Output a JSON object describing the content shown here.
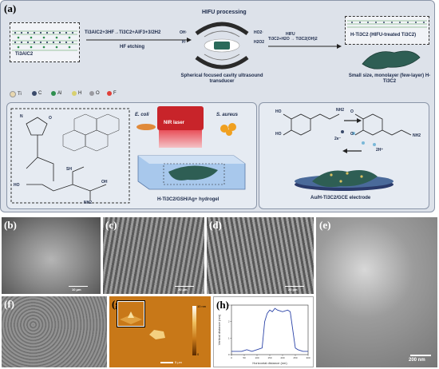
{
  "panels": {
    "a": "(a)",
    "b": "(b)",
    "c": "(c)",
    "d": "(d)",
    "e": "(e)",
    "f": "(f)",
    "g": "(g)",
    "h": "(h)"
  },
  "synthesis": {
    "precursor_label": "Ti3AlC2",
    "etching_equation": "Ti3AlC2+3HF→Ti3C2+AlF3+3/2H2",
    "etching_label": "HF etching",
    "hifu_title": "HIFU processing",
    "transducer_caption": "Spherical focused cavity ultrasound transducer",
    "oxidation_equation": "Ti3C2+H2O → Ti3C2(OH)2",
    "oxidation_condition": "HIFU",
    "product_box_label": "H-Ti3C2 (HIFU-treated Ti3C2)",
    "product_caption": "Small size, monolayer (few-layer) H-Ti3C2",
    "species": [
      "OH·",
      "H·",
      "HO2·",
      "H2O2"
    ]
  },
  "legend": [
    {
      "symbol": "Ti",
      "color": "#e8d7b0"
    },
    {
      "symbol": "C",
      "color": "#3a4a6a"
    },
    {
      "symbol": "Al",
      "color": "#2f8f4f"
    },
    {
      "symbol": "H",
      "color": "#d8d070"
    },
    {
      "symbol": "O",
      "color": "#9a9aa0"
    },
    {
      "symbol": "F",
      "color": "#e0403a"
    }
  ],
  "hydrogel": {
    "laser_label": "NIR laser",
    "bacteria_1": "E. coli",
    "bacteria_2": "S. aureus",
    "caption": "H-Ti3C2/GSH/Ag+ hydrogel",
    "chem_labels": [
      "N",
      "O",
      "HO",
      "OH",
      "NH2",
      "SH",
      "NH",
      "O",
      "O",
      "O"
    ]
  },
  "sensor": {
    "nh2_left": "NH2",
    "nh2_right": "NH2",
    "ho_top": "HO",
    "ho_bottom": "HO",
    "o_top": "O",
    "o_bottom": "O",
    "electrons_label": "2e⁻",
    "protons_label": "2H⁺",
    "electrode_caption": "Au/H-Ti3C2/GCE electrode"
  },
  "micrographs": {
    "b_scale": "10 μm",
    "c_scale": "20 μm",
    "d_scale": "20 μm",
    "e_scale": "200 nm",
    "g_scale": "5 μm",
    "g_colorbar": [
      "10 nm",
      "0"
    ]
  },
  "chart_data": {
    "type": "line",
    "title": "",
    "xlabel": "Horizontal distance (nm)",
    "ylabel": "Vertical distance (nm)",
    "x": [
      0,
      20,
      40,
      60,
      80,
      100,
      120,
      130,
      140,
      150,
      160,
      170,
      180,
      200,
      220,
      230,
      240,
      250,
      260,
      280,
      300
    ],
    "y": [
      0.2,
      0.2,
      0.2,
      0.3,
      0.2,
      0.3,
      0.4,
      2.0,
      2.5,
      2.7,
      2.6,
      2.8,
      2.7,
      2.6,
      2.7,
      2.6,
      1.5,
      0.4,
      0.3,
      0.2,
      0.2
    ],
    "xlim": [
      0,
      300
    ],
    "ylim": [
      0,
      3
    ],
    "color": "#2c44a8"
  }
}
